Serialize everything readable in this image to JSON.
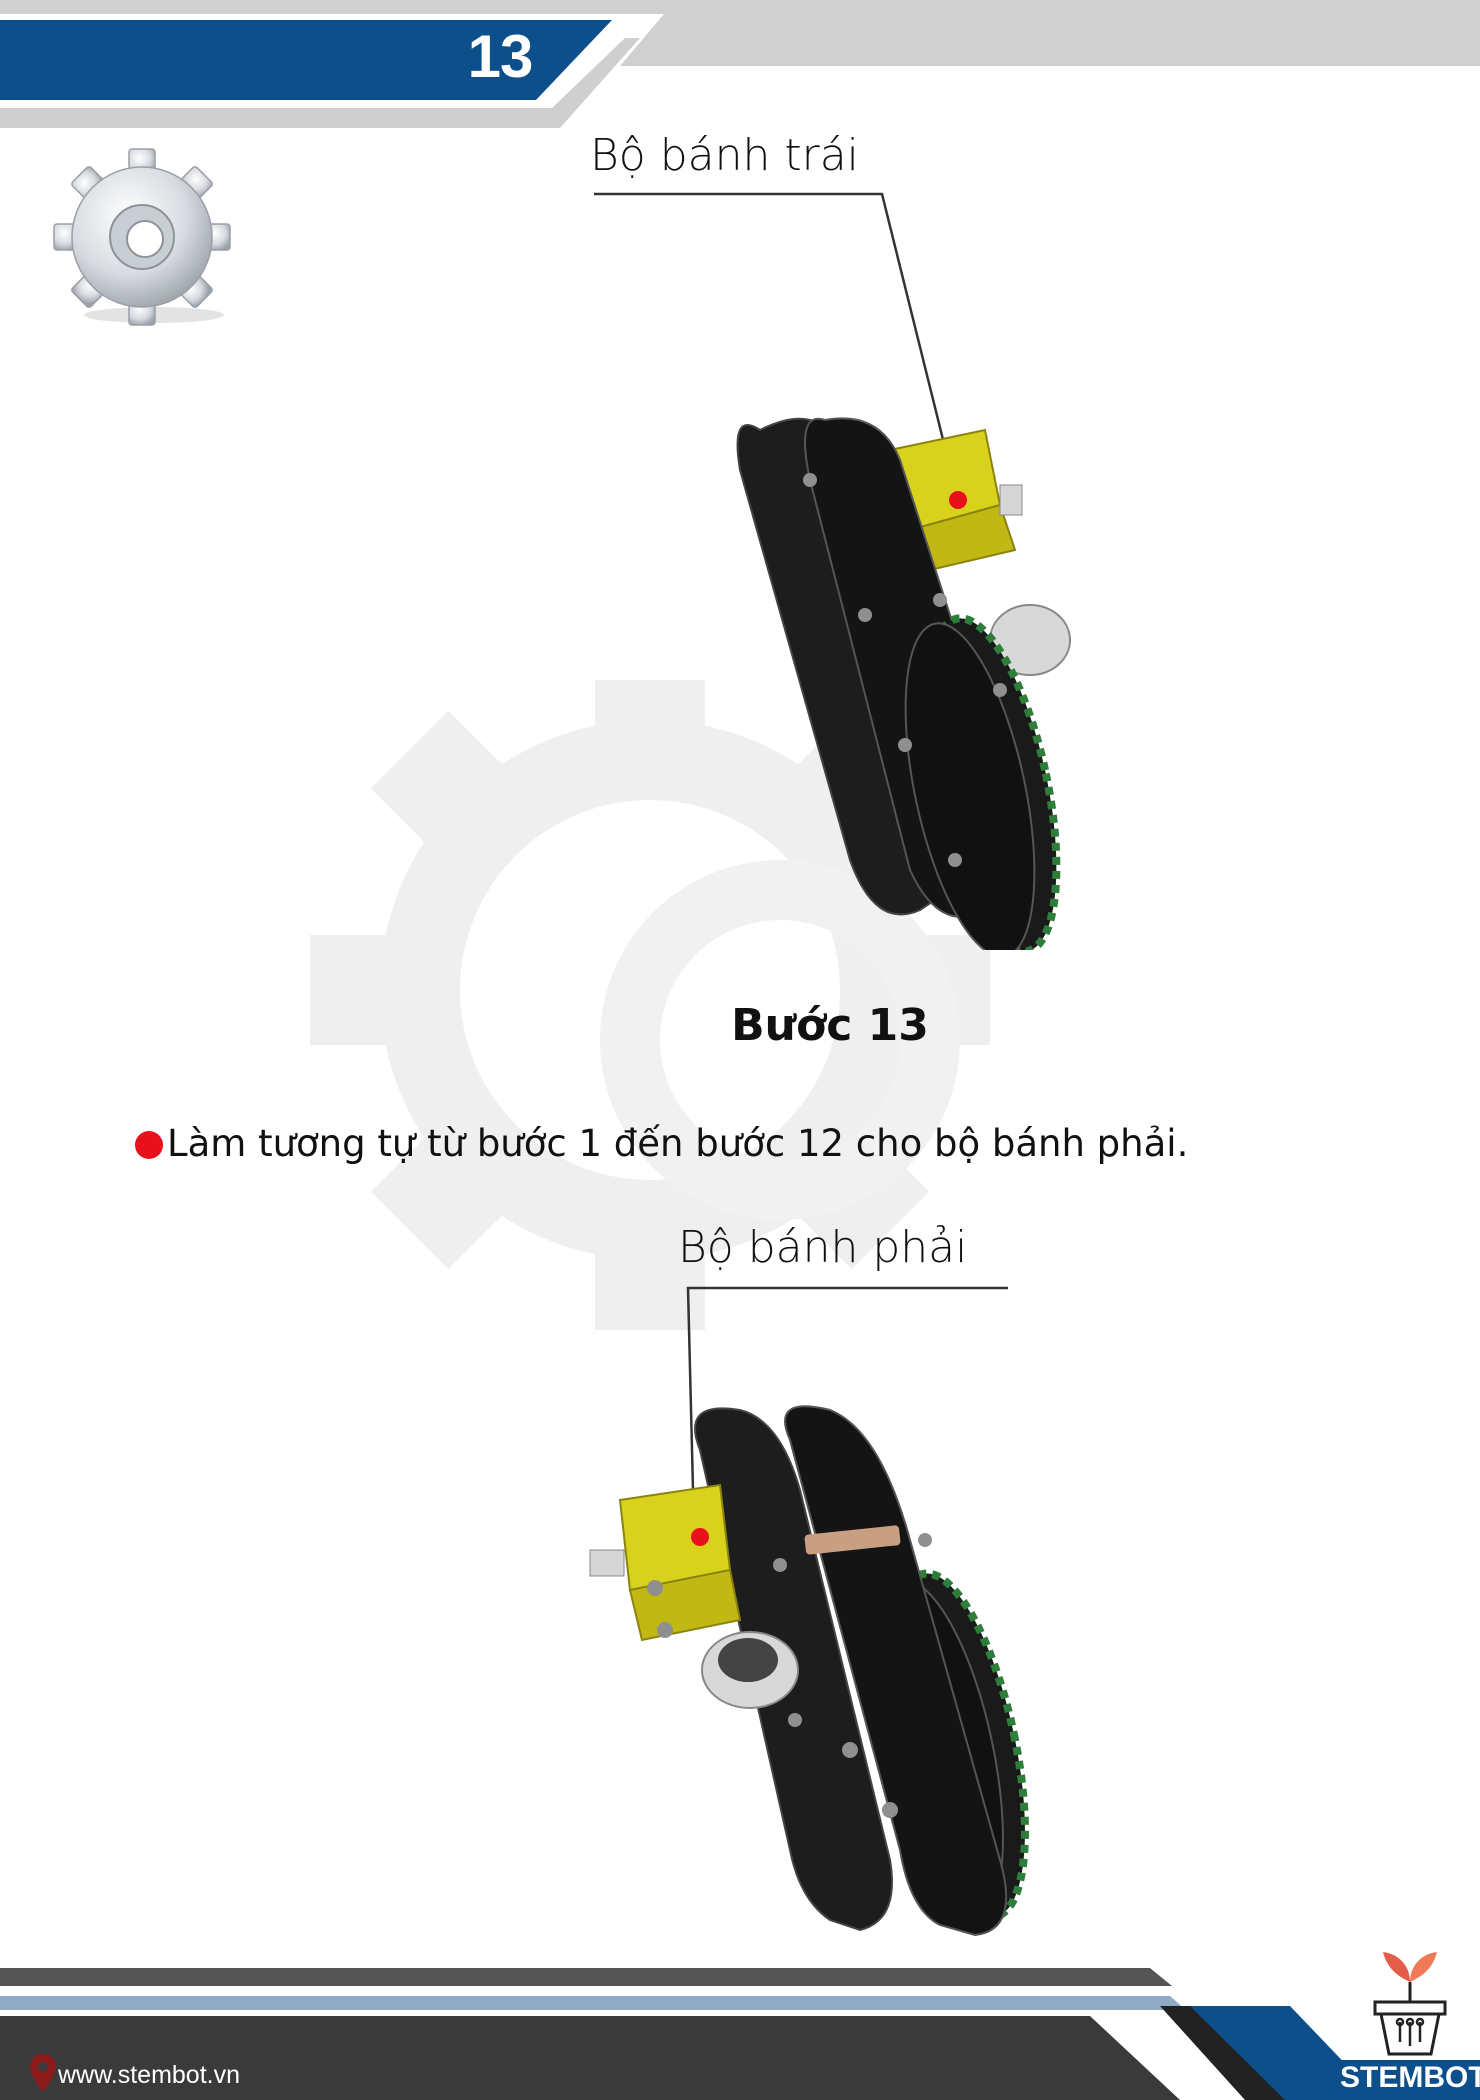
{
  "header": {
    "page_number": "13"
  },
  "top_callout": {
    "label": "Bộ bánh trái"
  },
  "step": {
    "title": "Bước 13",
    "instruction": "Làm tương tự từ bước 1 đến bước 12 cho bộ bánh phải."
  },
  "bottom_callout": {
    "label": "Bộ bánh phải"
  },
  "footer": {
    "website": "www.stembot.vn",
    "brand": "STEMBOT"
  },
  "colors": {
    "header_blue": "#0d4f8b",
    "accent_red": "#e8101b",
    "motor_yellow": "#d9d21c",
    "footer_dark": "#3a3a3a"
  }
}
